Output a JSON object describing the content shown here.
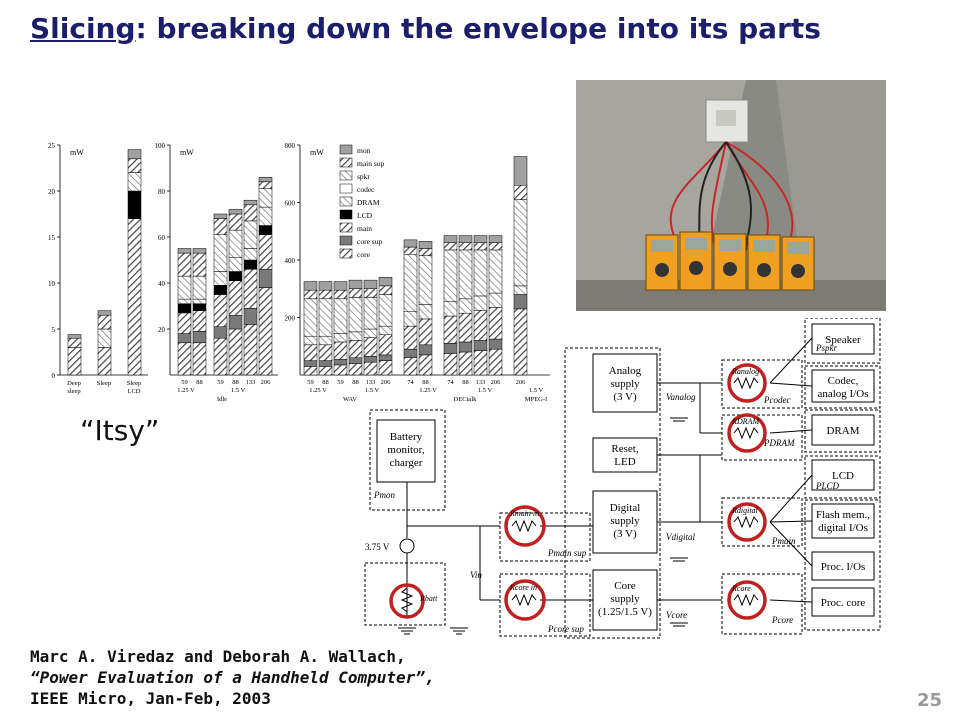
{
  "slide": {
    "title_keyword": "Slicing",
    "title_rest": ": breaking down the envelope into its parts",
    "caption": "“Itsy”",
    "citation": {
      "authors": "Marc A. Viredaz and Deborah A. Wallach,",
      "paper": "“Power Evaluation of a Handheld Computer”,",
      "venue": "IEEE Micro, Jan-Feb, 2003"
    },
    "page_number": "25"
  },
  "chart_data": {
    "type": "bar",
    "unit": "mW",
    "stack_order": [
      "core",
      "core sup",
      "main",
      "LCD",
      "DRAM",
      "codec",
      "spkr",
      "main sup",
      "mon"
    ],
    "colors": {
      "core": "#bdbdbd",
      "core_sup": "#7a7a7a",
      "main": "#5a5a5a",
      "LCD": "#000000",
      "DRAM": "#d2d2d2",
      "codec": "#ffffff",
      "spkr": "#e4e4e4",
      "main_sup": "#7d7d7d",
      "mon": "#a0a0a0"
    },
    "panels": [
      {
        "ylim": [
          0,
          25
        ],
        "yticks": [
          0,
          5,
          10,
          15,
          20,
          25
        ],
        "ylabel": "mW",
        "bars": [
          {
            "label": "",
            "values": [
              3,
              0,
              0,
              0,
              0,
              0,
              0,
              1,
              0.4
            ]
          },
          {
            "label": "",
            "values": [
              3,
              0,
              0,
              0,
              0,
              0,
              2,
              1.5,
              0.5
            ]
          },
          {
            "label": "",
            "values": [
              17,
              0,
              0,
              3,
              0,
              0,
              2,
              1.5,
              1
            ]
          }
        ],
        "groups": [
          {
            "label": "Deep sleep",
            "labels": [
              "Deep",
              "sleep"
            ]
          },
          {
            "label": "Sleep",
            "labels": [
              "Sleep"
            ]
          },
          {
            "label": "Sleep LCD",
            "labels": [
              "Sleep",
              "LCD"
            ]
          }
        ],
        "voltage_labels": []
      },
      {
        "ylim": [
          0,
          100
        ],
        "yticks": [
          20,
          40,
          60,
          80,
          100
        ],
        "ylabel": "mW",
        "bars": [
          {
            "label": "59",
            "values": [
              14,
              4,
              9,
              4,
              2,
              0,
              10,
              10,
              2
            ]
          },
          {
            "label": "88",
            "values": [
              14,
              5,
              9,
              3,
              2,
              0,
              10,
              10,
              2
            ]
          },
          {
            "label": "59",
            "values": [
              16,
              5,
              14,
              4,
              6,
              0,
              16,
              7,
              2
            ]
          },
          {
            "label": "88",
            "values": [
              20,
              6,
              15,
              4,
              6,
              0,
              12,
              7,
              2
            ]
          },
          {
            "label": "133",
            "values": [
              22,
              7,
              17,
              4,
              5,
              0,
              12,
              7,
              2
            ]
          },
          {
            "label": "206",
            "values": [
              38,
              8,
              15,
              4,
              8,
              0,
              8,
              3,
              2
            ]
          }
        ],
        "groups": [
          {
            "label": "Idle",
            "labels": [
              "Idle"
            ]
          }
        ],
        "voltage_labels": [
          "1.25 V",
          "1.5 V"
        ]
      },
      {
        "ylim": [
          0,
          800
        ],
        "yticks": [
          200,
          400,
          600,
          800
        ],
        "ylabel": "mW",
        "bars": [
          {
            "label": "59",
            "values": [
              30,
              20,
              55,
              0,
              30,
              0,
              130,
              30,
              30
            ]
          },
          {
            "label": "88",
            "values": [
              30,
              20,
              55,
              0,
              30,
              0,
              130,
              30,
              30
            ]
          },
          {
            "label": "59",
            "values": [
              35,
              20,
              60,
              0,
              30,
              0,
              120,
              30,
              30
            ]
          },
          {
            "label": "88",
            "values": [
              40,
              20,
              60,
              0,
              30,
              0,
              120,
              30,
              30
            ]
          },
          {
            "label": "133",
            "values": [
              45,
              20,
              65,
              0,
              30,
              0,
              110,
              30,
              30
            ]
          },
          {
            "label": "206",
            "values": [
              50,
              20,
              70,
              0,
              30,
              0,
              110,
              30,
              30
            ]
          },
          {
            "label": "74",
            "values": [
              60,
              30,
              80,
              0,
              50,
              0,
              200,
              25,
              25
            ]
          },
          {
            "label": "88",
            "values": [
              70,
              35,
              90,
              0,
              50,
              0,
              170,
              25,
              25
            ]
          },
          {
            "label": "74",
            "values": [
              75,
              35,
              95,
              0,
              50,
              0,
              180,
              25,
              25
            ]
          },
          {
            "label": "88",
            "values": [
              80,
              35,
              100,
              0,
              50,
              0,
              170,
              25,
              25
            ]
          },
          {
            "label": "133",
            "values": [
              85,
              35,
              105,
              0,
              50,
              0,
              160,
              25,
              25
            ]
          },
          {
            "label": "206",
            "values": [
              90,
              35,
              110,
              0,
              50,
              0,
              150,
              25,
              25
            ]
          },
          {
            "label": "206",
            "values": [
              230,
              50,
              0,
              0,
              30,
              0,
              300,
              50,
              100
            ]
          }
        ],
        "groups": [
          {
            "label": "WAV"
          },
          {
            "label": "DECtalk"
          },
          {
            "label": "MPEG-I"
          }
        ],
        "voltage_labels": [
          "1.25 V",
          "1.5 V",
          "1.25 V",
          "1.5 V",
          "1.5 V"
        ]
      }
    ]
  },
  "circuit": {
    "blocks": {
      "battery": [
        "Battery",
        "monitor,",
        "charger"
      ],
      "analog": [
        "Analog",
        "supply",
        "(3 V)"
      ],
      "reset": [
        "Reset,",
        "LED"
      ],
      "digital": [
        "Digital",
        "supply",
        "(3 V)"
      ],
      "core": [
        "Core",
        "supply",
        "(1.25/1.5 V)"
      ],
      "speaker": "Speaker",
      "codec": [
        "Codec,",
        "analog I/Os"
      ],
      "dram": "DRAM",
      "lcd": "LCD",
      "flash": [
        "Flash mem.,",
        "digital I/Os"
      ],
      "proc_io": "Proc. I/Os",
      "proc_core": "Proc. core"
    },
    "labels": {
      "p_mon": "Pmon",
      "v_batt": "3.75 V",
      "v_in": "Vin",
      "p_main_sup": "Pmain sup",
      "p_core_sup": "Pcore sup",
      "v_analog": "Vanalog",
      "v_digital": "Vdigital",
      "v_core": "Vcore",
      "p_spkr": "Pspkr",
      "p_codec": "Pcodec",
      "p_dram": "PDRAM",
      "p_lcd": "PLCD",
      "p_main": "Pmain",
      "p_core": "Pcore",
      "r_main_in": "Rmain in",
      "r_core_in": "Rcore in",
      "r_analog": "Ranalog",
      "r_dram": "RDRAM",
      "r_digital": "Rdigital",
      "r_core": "Rcore",
      "r_batt": "Rbatt"
    }
  }
}
